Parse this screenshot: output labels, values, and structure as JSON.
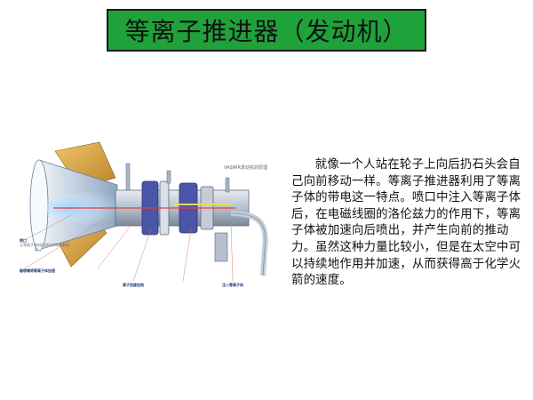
{
  "slide": {
    "title": "等离子推进器（发动机）",
    "body": "就像一个人站在轮子上向后扔石头会自己向前移动一样。等离子推进器利用了等离子体的带电这一特点。喷口中注入等离子体后，在电磁线圈的洛伦兹力的作用下，等离子体被加速向后喷出，并产生向前的推动力。虽然这种力量比较小，但是在太空中可以持续地作用并加速，从而获得高于化学火箭的速度。",
    "colors": {
      "title_bg": "#1fa23a",
      "title_border": "#1a1a1a"
    }
  },
  "diagram": {
    "caption": "VASIMR发动机的原理",
    "callouts": [
      {
        "heading": "喷口",
        "text": "让等离子体向后流出并推动前进"
      },
      {
        "heading": "磁喷嘴将等离子体加速",
        "text": ""
      },
      {
        "heading": "",
        "text": ""
      },
      {
        "heading": "离子回旋加热",
        "text": ""
      },
      {
        "heading": "",
        "text": ""
      },
      {
        "heading": "注入等离子体",
        "text": ""
      }
    ]
  }
}
